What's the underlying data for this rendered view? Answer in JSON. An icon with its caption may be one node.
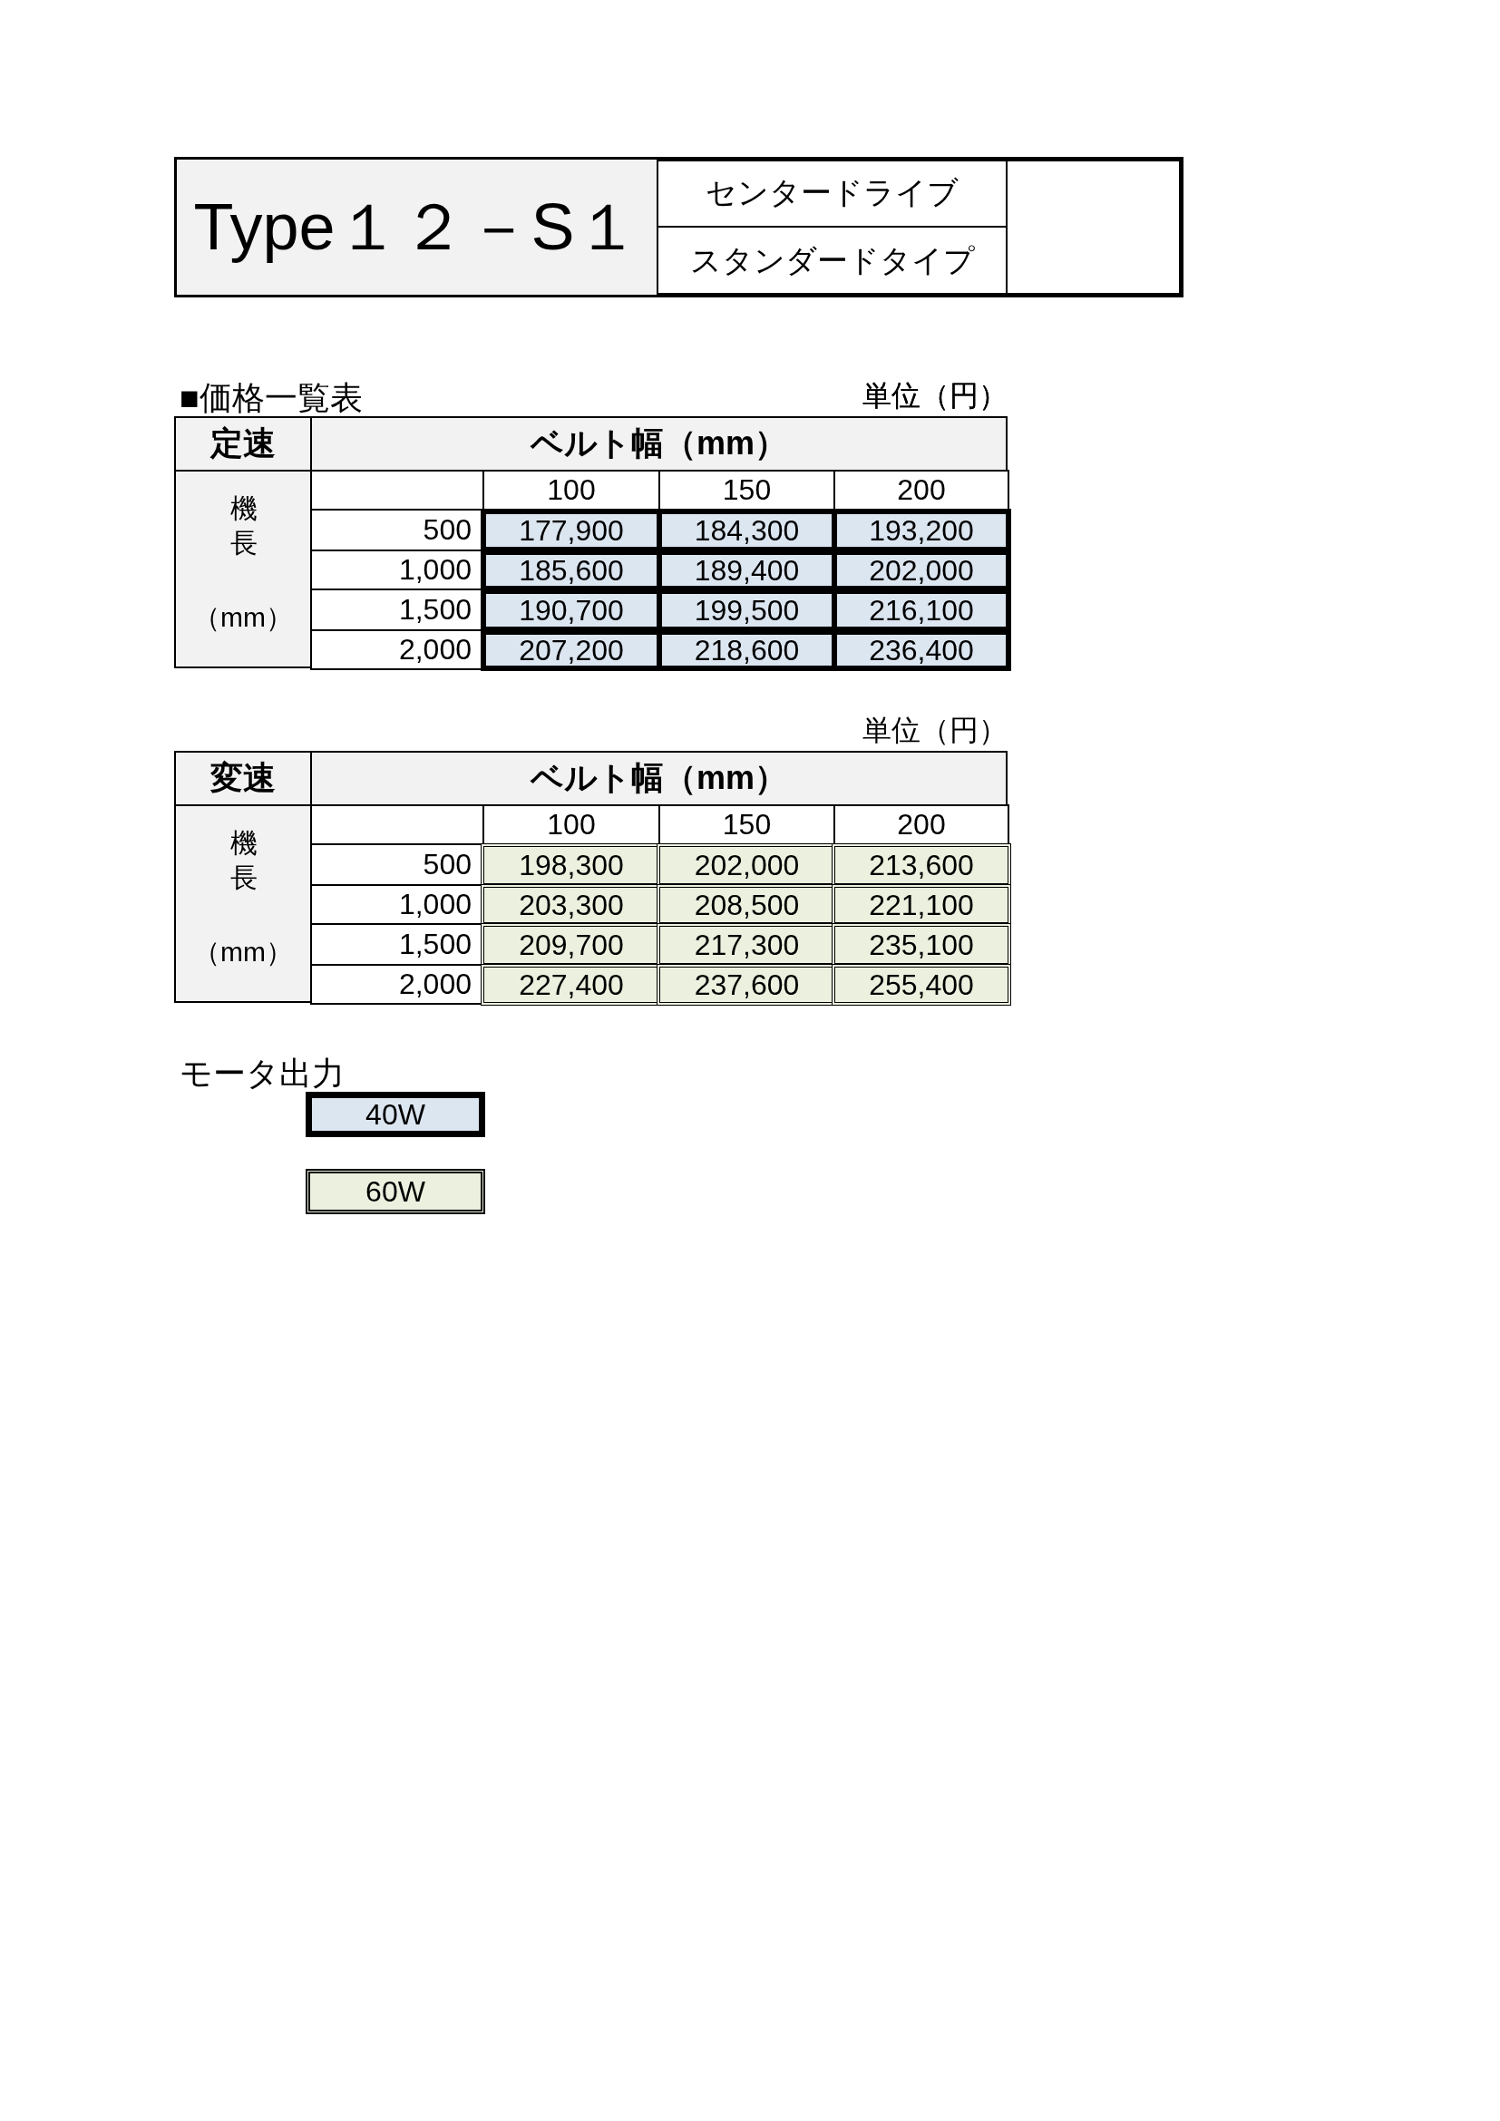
{
  "diagram": {
    "labels": [
      "Type１２－S１",
      "センタードライブ",
      "スタンダードタイプ",
      "■価格一覧表",
      "単位（円）",
      "定速",
      "ベルト幅（mm）",
      "100",
      "150",
      "200",
      "機長",
      "（mm）",
      "500",
      "177,900",
      "184,300",
      "193,200",
      "1,000",
      "185,600",
      "189,400",
      "202,000",
      "1,500",
      "190,700",
      "199,500",
      "216,100",
      "2,000",
      "207,200",
      "218,600",
      "236,400",
      "単位（円）",
      "変速",
      "ベルト幅（mm）",
      "100",
      "150",
      "200",
      "機長",
      "（mm）",
      "500",
      "198,300",
      "202,000",
      "213,600",
      "1,000",
      "203,300",
      "208,500",
      "221,100",
      "1,500",
      "209,700",
      "217,300",
      "235,100",
      "2,000",
      "227,400",
      "237,600",
      "255,400",
      "モータ出力"
    ],
    "legend": [
      {
        "text": "40W",
        "color": "#dce6f1"
      },
      {
        "text": "60W",
        "color": "#ebf1de"
      }
    ]
  }
}
